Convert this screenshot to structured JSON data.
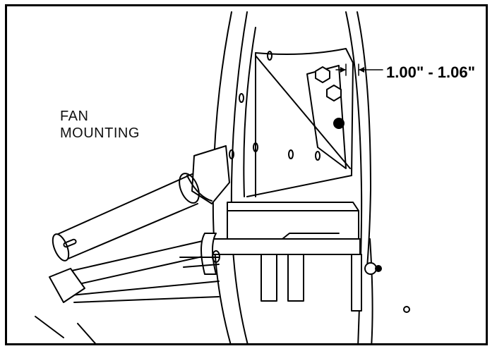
{
  "caption": {
    "line1": "FAN",
    "line2": "MOUNTING"
  },
  "dimension": {
    "text": "1.00\" - 1.06\""
  }
}
